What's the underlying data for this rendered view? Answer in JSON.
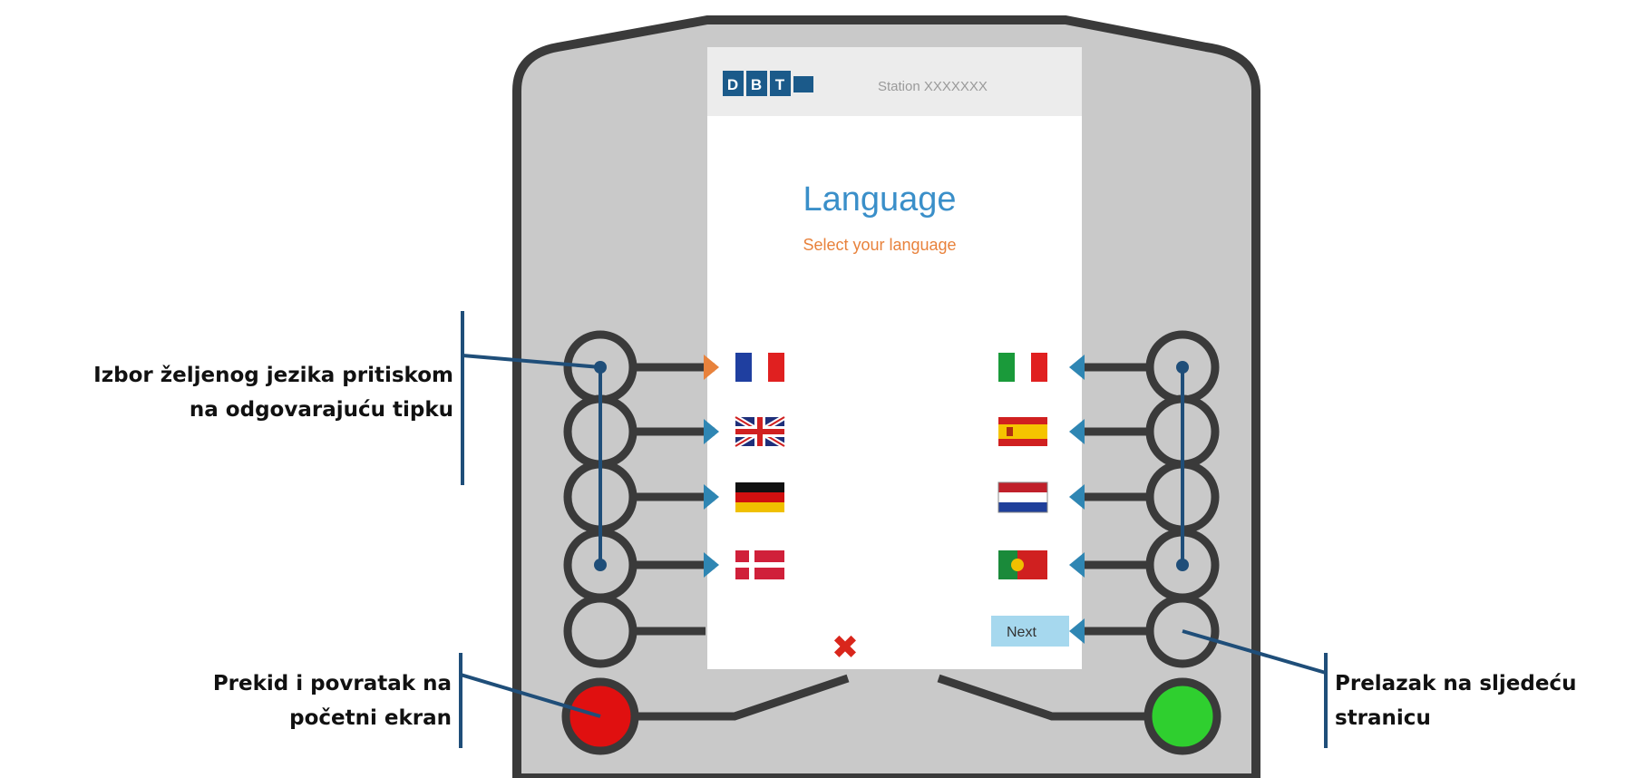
{
  "screen": {
    "logo_letters": [
      "D",
      "B",
      "T"
    ],
    "station": "Station XXXXXXX",
    "title": "Language",
    "subtitle": "Select your language",
    "next_label": "Next",
    "cancel_symbol": "✖"
  },
  "flags": {
    "left": [
      "france-flag",
      "uk-flag",
      "germany-flag",
      "denmark-flag"
    ],
    "right": [
      "italy-flag",
      "spain-flag",
      "netherlands-flag",
      "portugal-flag"
    ]
  },
  "annotations": {
    "select_language_line1": "Izbor željenog jezika pritiskom",
    "select_language_line2": "na odgovarajuću tipku",
    "cancel_line1": "Prekid i povratak na",
    "cancel_line2": "početni ekran",
    "next_line1": "Prelazak na sljedeću",
    "next_line2": "stranicu"
  },
  "colors": {
    "housing": "#c9c9c9",
    "housing_border": "#3a3a3a",
    "callout": "#1f4e79",
    "title": "#3a8fc9",
    "subtitle": "#e8823c",
    "arrow_left": "#e8823c",
    "arrow_blue": "#2f86b3",
    "next_bg": "#a6d8ee",
    "cancel": "#d9261c",
    "red_button": "#e01010",
    "green_button": "#2fcf2f"
  }
}
